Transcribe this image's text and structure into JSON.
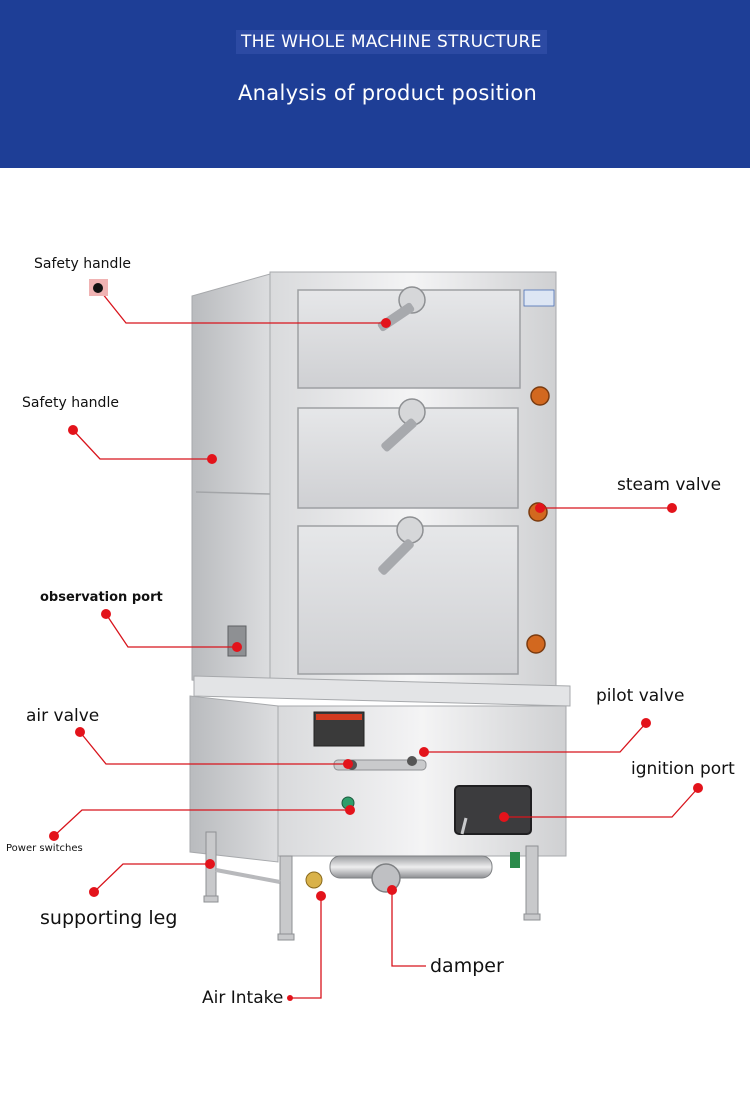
{
  "header": {
    "eyebrow": "THE WHOLE MACHINE STRUCTURE",
    "title": "Analysis of product position"
  },
  "labels": {
    "safety_handle_1": "Safety handle",
    "safety_handle_2": "Safety handle",
    "steam_valve": "steam valve",
    "observation_port": "observation port",
    "pilot_valve": "pilot valve",
    "air_valve": "air valve",
    "ignition_port": "ignition port",
    "power_switches": "Power switches",
    "supporting_leg": "supporting leg",
    "damper": "damper",
    "air_intake": "Air Intake"
  },
  "colors": {
    "header_bg": "#1e3e96",
    "leader_line": "#d8141c",
    "marker": "#e3131b"
  }
}
